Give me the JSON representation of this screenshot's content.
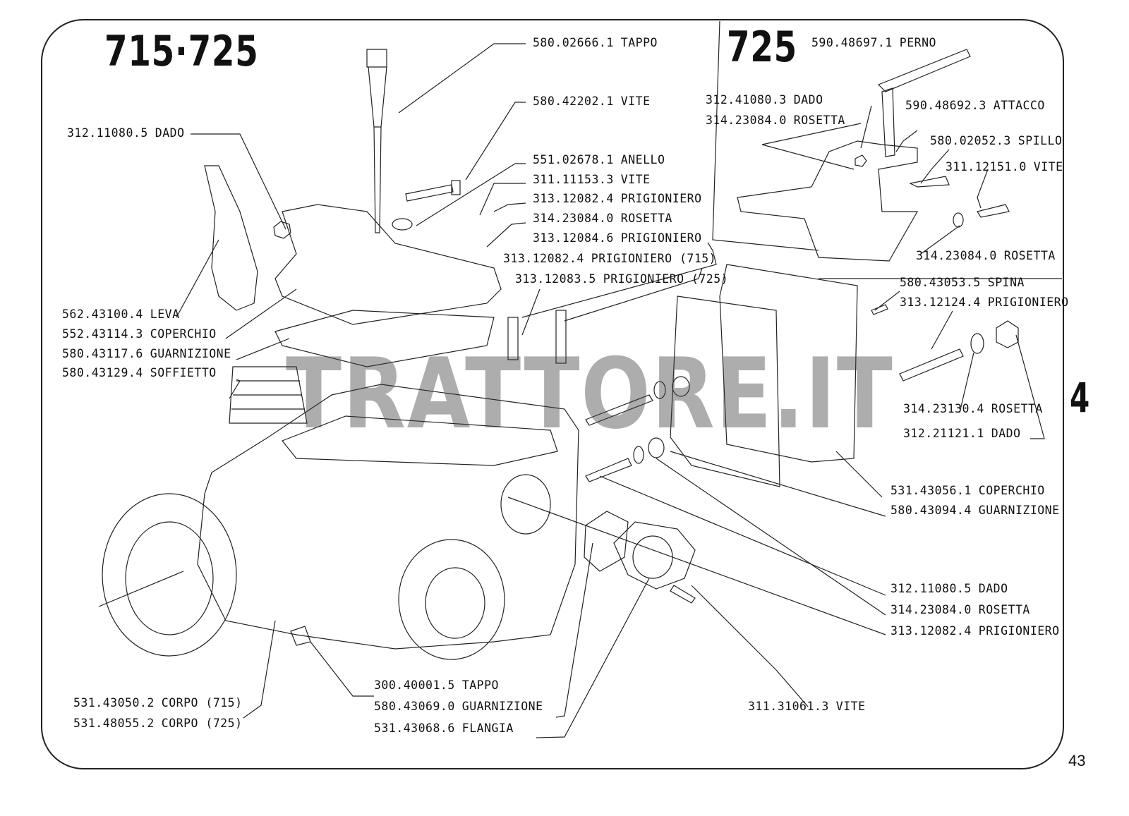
{
  "titles": {
    "main_models": "715·725",
    "inset_model": "725",
    "section_number": "4",
    "page_number": "43",
    "watermark": "TRATTORE.IT"
  },
  "parts": [
    {
      "code": "580.02666.1",
      "name": "TAPPO"
    },
    {
      "code": "580.42202.1",
      "name": "VITE"
    },
    {
      "code": "312.11080.5",
      "name": "DADO"
    },
    {
      "code": "551.02678.1",
      "name": "ANELLO"
    },
    {
      "code": "311.11153.3",
      "name": "VITE"
    },
    {
      "code": "313.12082.4",
      "name": "PRIGIONIERO"
    },
    {
      "code": "314.23084.0",
      "name": "ROSETTA"
    },
    {
      "code": "313.12084.6",
      "name": "PRIGIONIERO"
    },
    {
      "code": "313.12082.4",
      "name": "PRIGIONIERO (715)"
    },
    {
      "code": "313.12083.5",
      "name": "PRIGIONIERO (725)"
    },
    {
      "code": "562.43100.4",
      "name": "LEVA"
    },
    {
      "code": "552.43114.3",
      "name": "COPERCHIO"
    },
    {
      "code": "580.43117.6",
      "name": "GUARNIZIONE"
    },
    {
      "code": "580.43129.4",
      "name": "SOFFIETTO"
    },
    {
      "code": "590.48697.1",
      "name": "PERNO"
    },
    {
      "code": "312.41080.3",
      "name": "DADO"
    },
    {
      "code": "314.23084.0",
      "name": "ROSETTA"
    },
    {
      "code": "590.48692.3",
      "name": "ATTACCO"
    },
    {
      "code": "580.02052.3",
      "name": "SPILLO"
    },
    {
      "code": "311.12151.0",
      "name": "VITE"
    },
    {
      "code": "314.23084.0",
      "name": "ROSETTA"
    },
    {
      "code": "580.43053.5",
      "name": "SPINA"
    },
    {
      "code": "313.12124.4",
      "name": "PRIGIONIERO"
    },
    {
      "code": "314.23130.4",
      "name": "ROSETTA"
    },
    {
      "code": "312.21121.1",
      "name": "DADO"
    },
    {
      "code": "531.43056.1",
      "name": "COPERCHIO"
    },
    {
      "code": "580.43094.4",
      "name": "GUARNIZIONE"
    },
    {
      "code": "312.11080.5",
      "name": "DADO"
    },
    {
      "code": "314.23084.0",
      "name": "ROSETTA"
    },
    {
      "code": "313.12082.4",
      "name": "PRIGIONIERO"
    },
    {
      "code": "300.40001.5",
      "name": "TAPPO"
    },
    {
      "code": "580.43069.0",
      "name": "GUARNIZIONE"
    },
    {
      "code": "531.43068.6",
      "name": "FLANGIA"
    },
    {
      "code": "311.31061.3",
      "name": "VITE"
    },
    {
      "code": "531.43050.2",
      "name": "CORPO (715)"
    },
    {
      "code": "531.48055.2",
      "name": "CORPO (725)"
    }
  ]
}
